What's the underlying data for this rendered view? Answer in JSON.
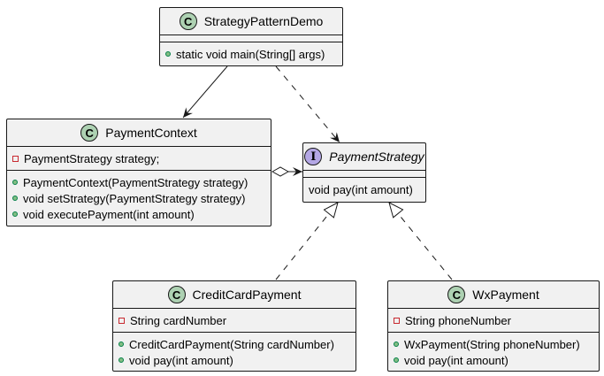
{
  "diagram": {
    "classes": {
      "demo": {
        "stereotype": "C",
        "name": "StrategyPatternDemo",
        "fields": [],
        "methods": [
          {
            "visibility": "public",
            "text": "static void main(String[] args)"
          }
        ]
      },
      "context": {
        "stereotype": "C",
        "name": "PaymentContext",
        "fields": [
          {
            "visibility": "private",
            "text": "PaymentStrategy strategy;"
          }
        ],
        "methods": [
          {
            "visibility": "public",
            "text": "PaymentContext(PaymentStrategy strategy)"
          },
          {
            "visibility": "public",
            "text": "void setStrategy(PaymentStrategy strategy)"
          },
          {
            "visibility": "public",
            "text": "void executePayment(int amount)"
          }
        ]
      },
      "strategy": {
        "stereotype": "I",
        "name": "PaymentStrategy",
        "fields": [],
        "methods": [
          {
            "visibility": "none",
            "text": "void pay(int amount)"
          }
        ]
      },
      "credit": {
        "stereotype": "C",
        "name": "CreditCardPayment",
        "fields": [
          {
            "visibility": "private",
            "text": "String cardNumber"
          }
        ],
        "methods": [
          {
            "visibility": "public",
            "text": "CreditCardPayment(String cardNumber)"
          },
          {
            "visibility": "public",
            "text": "void pay(int amount)"
          }
        ]
      },
      "wx": {
        "stereotype": "C",
        "name": "WxPayment",
        "fields": [
          {
            "visibility": "private",
            "text": "String phoneNumber"
          }
        ],
        "methods": [
          {
            "visibility": "public",
            "text": "WxPayment(String phoneNumber)"
          },
          {
            "visibility": "public",
            "text": "void pay(int amount)"
          }
        ]
      }
    },
    "relations": [
      {
        "from": "demo",
        "to": "context",
        "kind": "association"
      },
      {
        "from": "demo",
        "to": "strategy",
        "kind": "dependency"
      },
      {
        "from": "context",
        "to": "strategy",
        "kind": "aggregation"
      },
      {
        "from": "credit",
        "to": "strategy",
        "kind": "realization"
      },
      {
        "from": "wx",
        "to": "strategy",
        "kind": "realization"
      }
    ],
    "colors": {
      "box_fill": "#f1f1f1",
      "border": "#181818",
      "class_badge": "#add1b2",
      "interface_badge": "#b4a7e5",
      "public_dot": "#84be84",
      "private_square": "#c82930"
    }
  }
}
